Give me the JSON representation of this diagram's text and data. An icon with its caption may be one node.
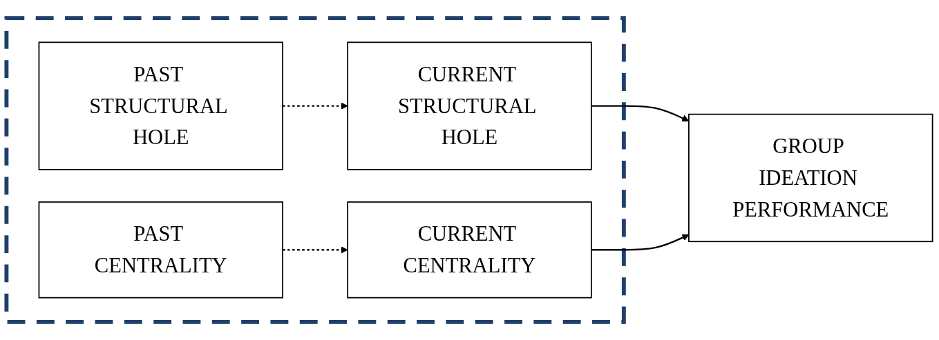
{
  "diagram": {
    "nodes": [
      {
        "text": [],
        "shape": "box"
      },
      {
        "text": [
          "PAST STRUCTURAL HOLE"
        ],
        "in": 0
      },
      {
        "text": [
          "CURRENT STRUCTURAL HOLE"
        ],
        "in": 0
      },
      {
        "text": [
          "PAST CENTRALITY"
        ],
        "in": 0
      },
      {
        "text": [
          "CURRENT CENTRALITY"
        ],
        "in": 0
      },
      {
        "text": [
          "GROUP IDEATION PERFORMANCE"
        ]
      }
    ],
    "edges": [
      {
        "from": 1,
        "to": 2,
        "arrow": "to",
        "style": "dashed"
      },
      {
        "from": 3,
        "to": 4,
        "arrow": "to",
        "style": "dashed"
      },
      {
        "from": 2,
        "to": 5,
        "arrow": "to"
      },
      {
        "from": 4,
        "to": 5,
        "arrow": "to"
      }
    ]
  }
}
